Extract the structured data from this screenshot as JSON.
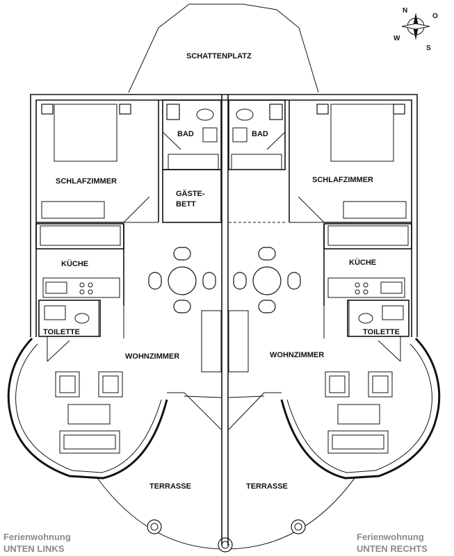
{
  "compass": {
    "n": "N",
    "o": "O",
    "s": "S",
    "w": "W"
  },
  "labels": {
    "schattenplatz": "SCHATTENPLATZ",
    "bad_left": "BAD",
    "bad_right": "BAD",
    "schlafzimmer_left": "SCHLAFZIMMER",
    "schlafzimmer_right": "SCHLAFZIMMER",
    "gaestebett_1": "GÄSTE-",
    "gaestebett_2": "BETT",
    "kueche_left": "KÜCHE",
    "kueche_right": "KÜCHE",
    "toilette_left": "TOILETTE",
    "toilette_right": "TOILETTE",
    "wohnzimmer_left": "WOHNZIMMER",
    "wohnzimmer_right": "WOHNZIMMER",
    "terrasse_left": "TERRASSE",
    "terrasse_right": "TERRASSE"
  },
  "footer": {
    "left_line1": "Ferienwohnung",
    "left_line2": "UNTEN LINKS",
    "right_line1": "Ferienwohnung",
    "right_line2": "UNTEN RECHTS"
  }
}
